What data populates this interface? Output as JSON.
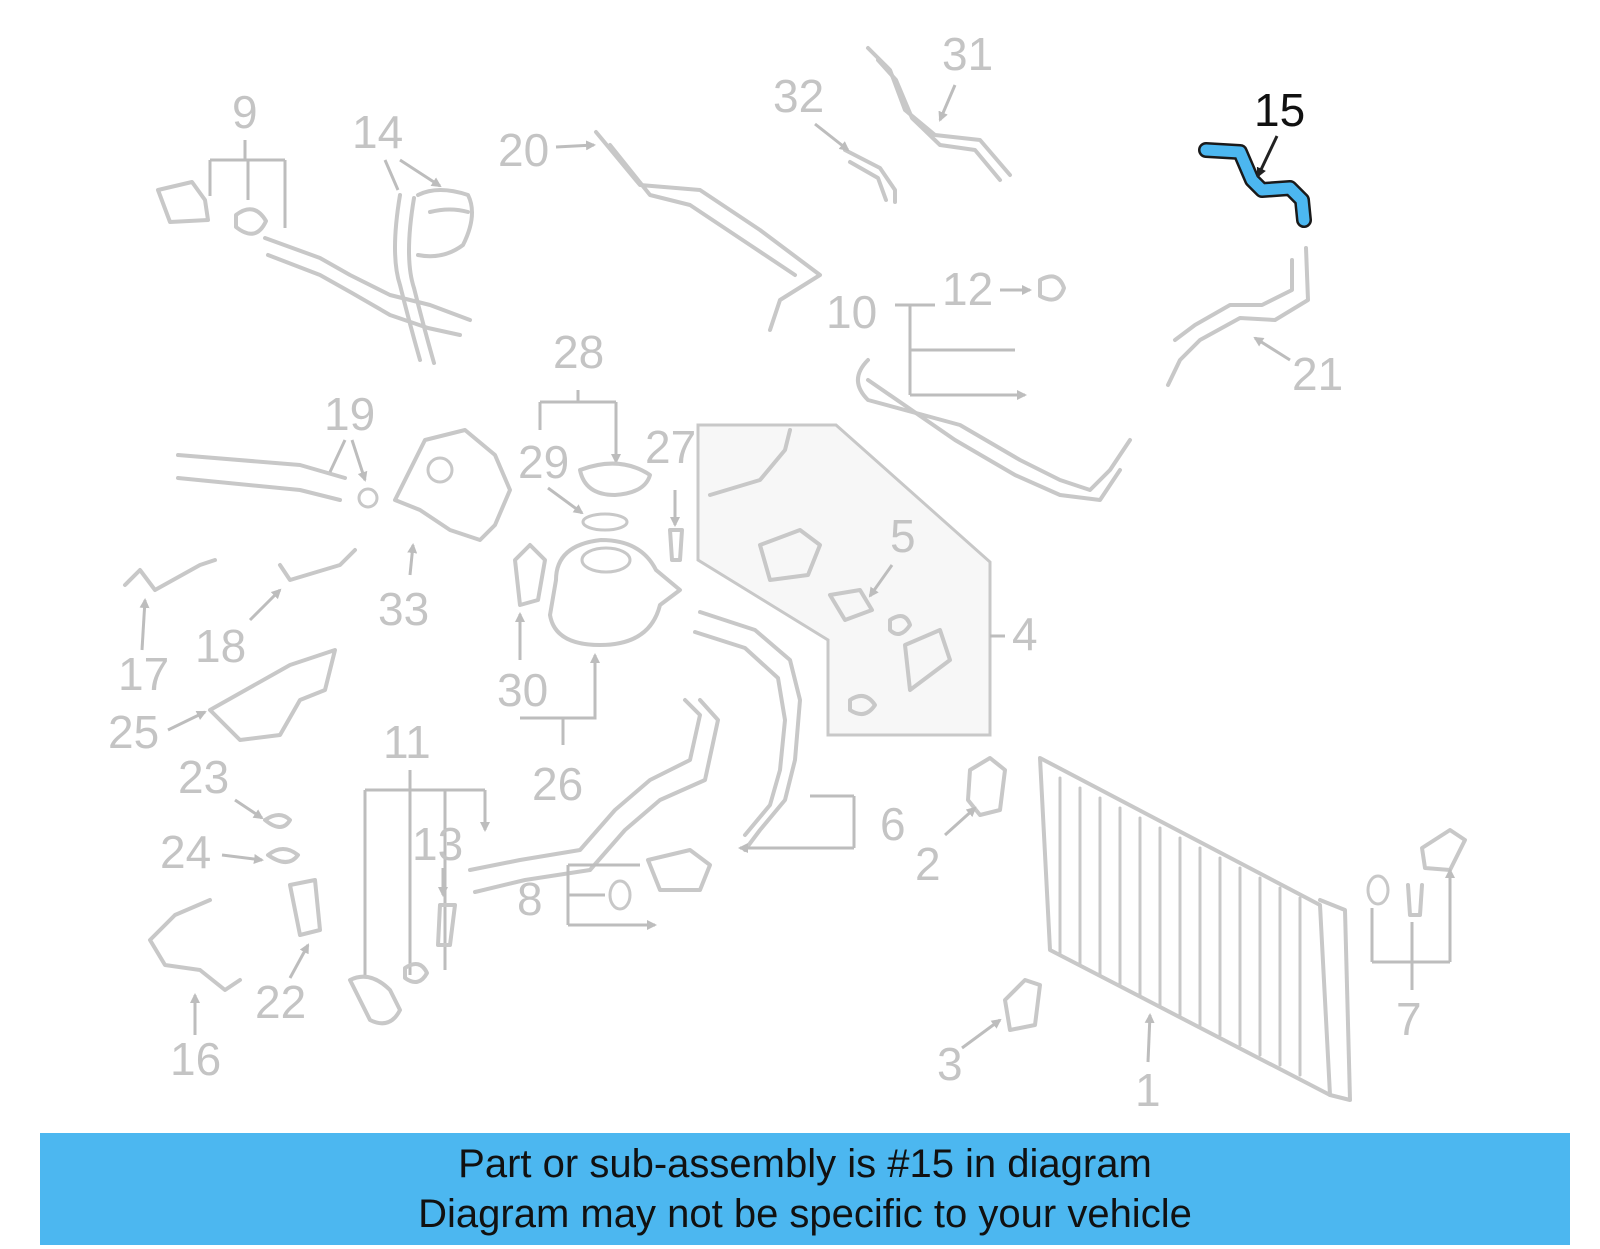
{
  "diagram": {
    "highlighted_part": "15",
    "highlight_color": "#4cb7f0",
    "part_color": "#c8c8c8",
    "callouts": [
      "1",
      "2",
      "3",
      "4",
      "5",
      "6",
      "7",
      "8",
      "9",
      "10",
      "11",
      "12",
      "13",
      "14",
      "16",
      "17",
      "18",
      "19",
      "20",
      "21",
      "22",
      "23",
      "24",
      "25",
      "26",
      "27",
      "28",
      "29",
      "30",
      "31",
      "32",
      "33"
    ]
  },
  "caption": {
    "line1": "Part or sub-assembly is #15 in diagram",
    "line2": "Diagram may not be specific to your vehicle",
    "background": "#4cb7f0"
  }
}
